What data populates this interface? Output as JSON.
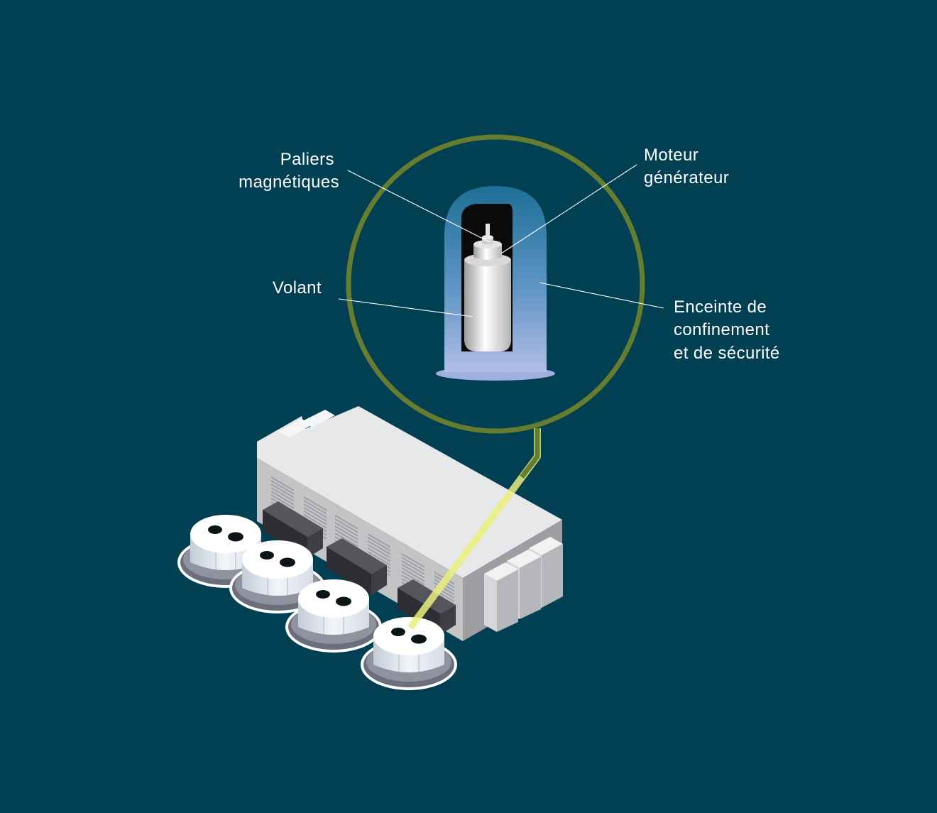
{
  "background_color": "#013f52",
  "accent_color": "#667c2f",
  "highlight_color": "#eaef7a",
  "labels": {
    "bearings": [
      "Paliers",
      "magnétiques"
    ],
    "motor": [
      "Moteur",
      "générateur"
    ],
    "flywheel": [
      "Volant"
    ],
    "enclosure": [
      "Enceinte de",
      "confinement",
      "et de sécurité"
    ]
  }
}
